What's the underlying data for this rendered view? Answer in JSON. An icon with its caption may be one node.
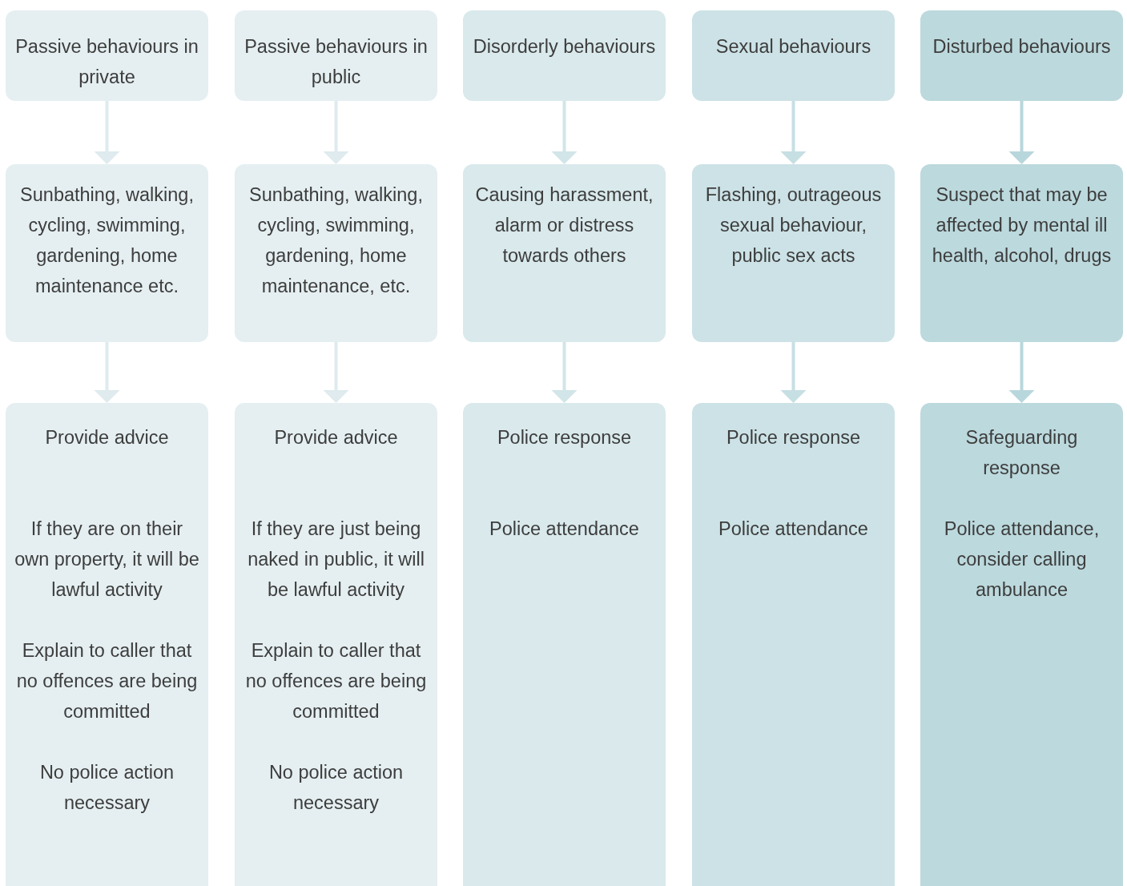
{
  "diagram": {
    "nodes": [
      {
        "text": [
          "Passive behaviours in private"
        ]
      },
      {
        "text": [
          "Passive behaviours in public"
        ]
      },
      {
        "text": [
          "Disorderly behaviours"
        ]
      },
      {
        "text": [
          "Sexual behaviours"
        ]
      },
      {
        "text": [
          "Disturbed behaviours"
        ]
      },
      {
        "text": [
          "Sunbathing, walking, cycling, swimming, gardening, home maintenance etc."
        ]
      },
      {
        "text": [
          "Sunbathing, walking, cycling, swimming, gardening, home maintenance, etc."
        ]
      },
      {
        "text": [
          "Causing harassment, alarm or distress towards others"
        ]
      },
      {
        "text": [
          "Flashing, outrageous sexual behaviour, public sex acts"
        ]
      },
      {
        "text": [
          "Suspect that may be affected by mental ill health, alcohol, drugs"
        ]
      },
      {
        "text": [
          "Provide advice",
          "If they are on their own property, it will be lawful activity",
          "Explain to caller that no offences are being committed",
          "No police action necessary"
        ]
      },
      {
        "text": [
          "Provide advice",
          "If they are just being naked in public, it will be lawful activity",
          "Explain to caller that no offences are being committed",
          "No police action necessary"
        ]
      },
      {
        "text": [
          "Police response",
          "Police attendance"
        ]
      },
      {
        "text": [
          "Police response",
          "Police attendance"
        ]
      },
      {
        "text": [
          "Safeguarding response",
          "Police attendance, consider calling ambulance"
        ]
      }
    ],
    "edges": [
      {
        "from": 0,
        "to": 5,
        "arrow": "to",
        "color": "#dfebee"
      },
      {
        "from": 1,
        "to": 6,
        "arrow": "to",
        "color": "#dfebee"
      },
      {
        "from": 2,
        "to": 7,
        "arrow": "to",
        "color": "#d2e5e9"
      },
      {
        "from": 3,
        "to": 8,
        "arrow": "to",
        "color": "#c6dfe3"
      },
      {
        "from": 4,
        "to": 9,
        "arrow": "to",
        "color": "#b8d7dc"
      },
      {
        "from": 5,
        "to": 10,
        "arrow": "to",
        "color": "#dfebee"
      },
      {
        "from": 6,
        "to": 11,
        "arrow": "to",
        "color": "#dfebee"
      },
      {
        "from": 7,
        "to": 12,
        "arrow": "to",
        "color": "#d2e5e9"
      },
      {
        "from": 8,
        "to": 13,
        "arrow": "to",
        "color": "#c6dfe3"
      },
      {
        "from": 9,
        "to": 14,
        "arrow": "to",
        "color": "#b8d7dc"
      }
    ]
  }
}
